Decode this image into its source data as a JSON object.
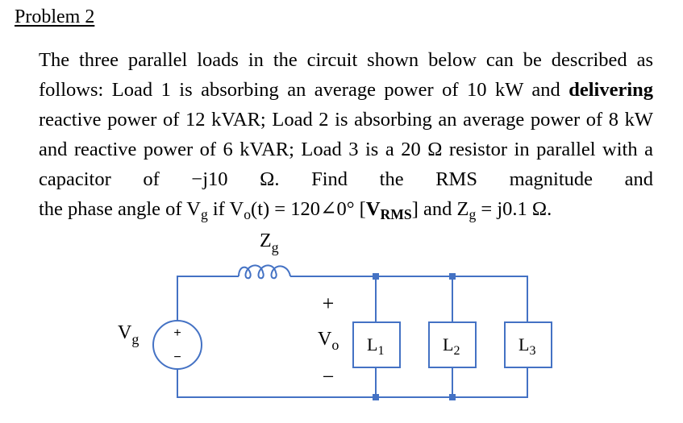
{
  "problem": {
    "heading": "Problem 2",
    "line1": "The three parallel loads in the circuit shown below can be described as",
    "line2": "follows: Load 1 is absorbing an average power of 10 kW and",
    "line3_bold": "delivering",
    "line3_rest": " reactive power of 12 kVAR; Load 2 is absorbing an average",
    "line4": "power of 8 kW and reactive power of 6 kVAR; Load 3 is a 20 Ω resistor",
    "line5": "in parallel with a capacitor of −j10 Ω. Find the RMS magnitude and",
    "line6_a": "the phase angle of V",
    "line6_a_sub": "g",
    "line6_b": " if V",
    "line6_b_sub": "o",
    "line6_c": "(t) = 120∠0° [",
    "line6_d_bold": "V",
    "line6_d_sub": "RMS",
    "line6_e": "] and Z",
    "line6_e_sub": "g",
    "line6_f": " = j0.1 Ω."
  },
  "circuit": {
    "zg_main": "Z",
    "zg_sub": "g",
    "vg_main": "V",
    "vg_sub": "g",
    "source_plus": "+",
    "source_minus": "−",
    "vo_plus": "+",
    "vo_main": "V",
    "vo_sub": "o",
    "vo_minus": "−",
    "loads": [
      {
        "main": "L",
        "sub": "1"
      },
      {
        "main": "L",
        "sub": "2"
      },
      {
        "main": "L",
        "sub": "3"
      }
    ],
    "wire_color": "#4472c4"
  }
}
